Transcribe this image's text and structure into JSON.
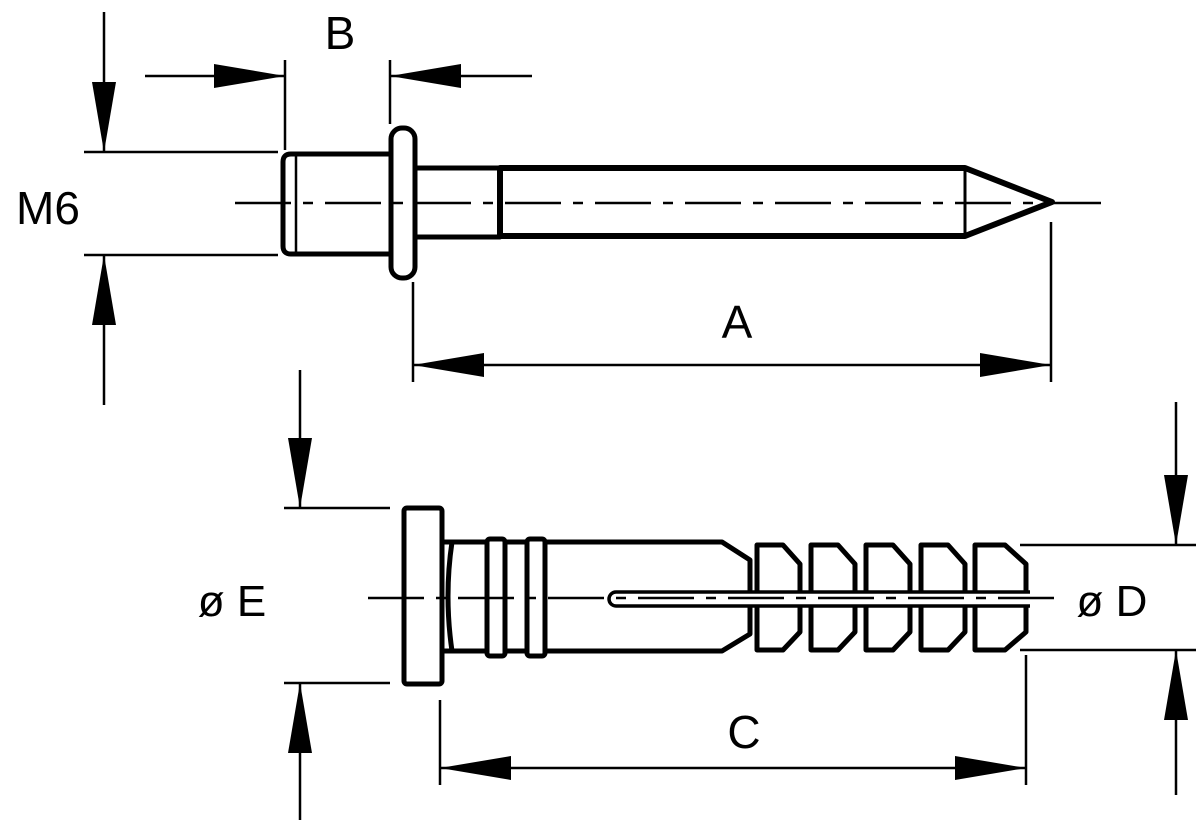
{
  "labels": {
    "a": "A",
    "b": "B",
    "c": "C",
    "d": "ø D",
    "e": "ø E",
    "m6": "M6"
  },
  "colors": {
    "stroke": "#000000",
    "part_fill": "#ffffff",
    "background": "#ffffff"
  }
}
